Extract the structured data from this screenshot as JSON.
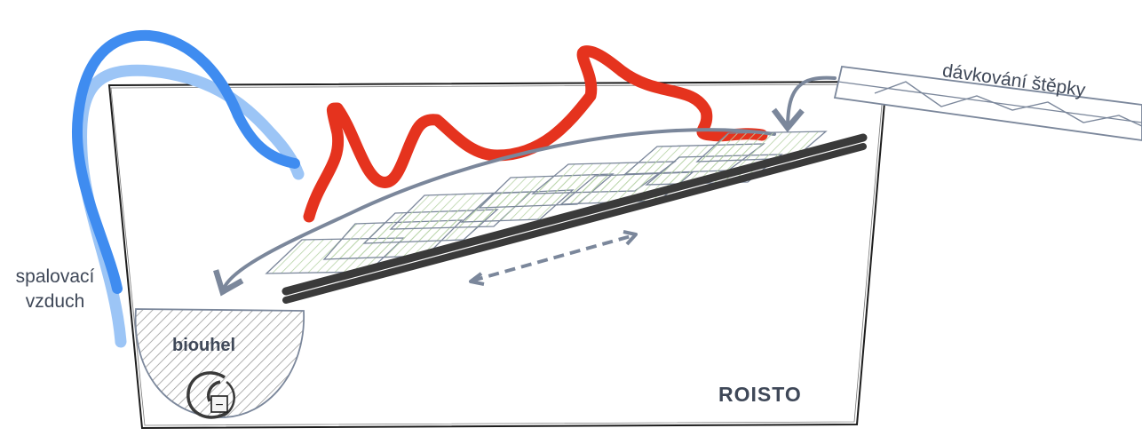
{
  "labels": {
    "air": [
      "spalovací",
      "vzduch"
    ],
    "feed": "dávkování štěpky",
    "biochar": "biouhel",
    "grate": "ROISTO",
    "motor_symbol": "−"
  },
  "colors": {
    "outline": "#1e1e1e",
    "arrow": "#7b879b",
    "flame": "#e5331e",
    "air_dark": "#3f8cf0",
    "air_light": "#9cc5f6",
    "grate_bar": "#3a3a3a",
    "chips_hatch": "#b8d4a8",
    "text": "#3f4858"
  },
  "icons": [
    "rotation-icon",
    "motor-icon"
  ]
}
